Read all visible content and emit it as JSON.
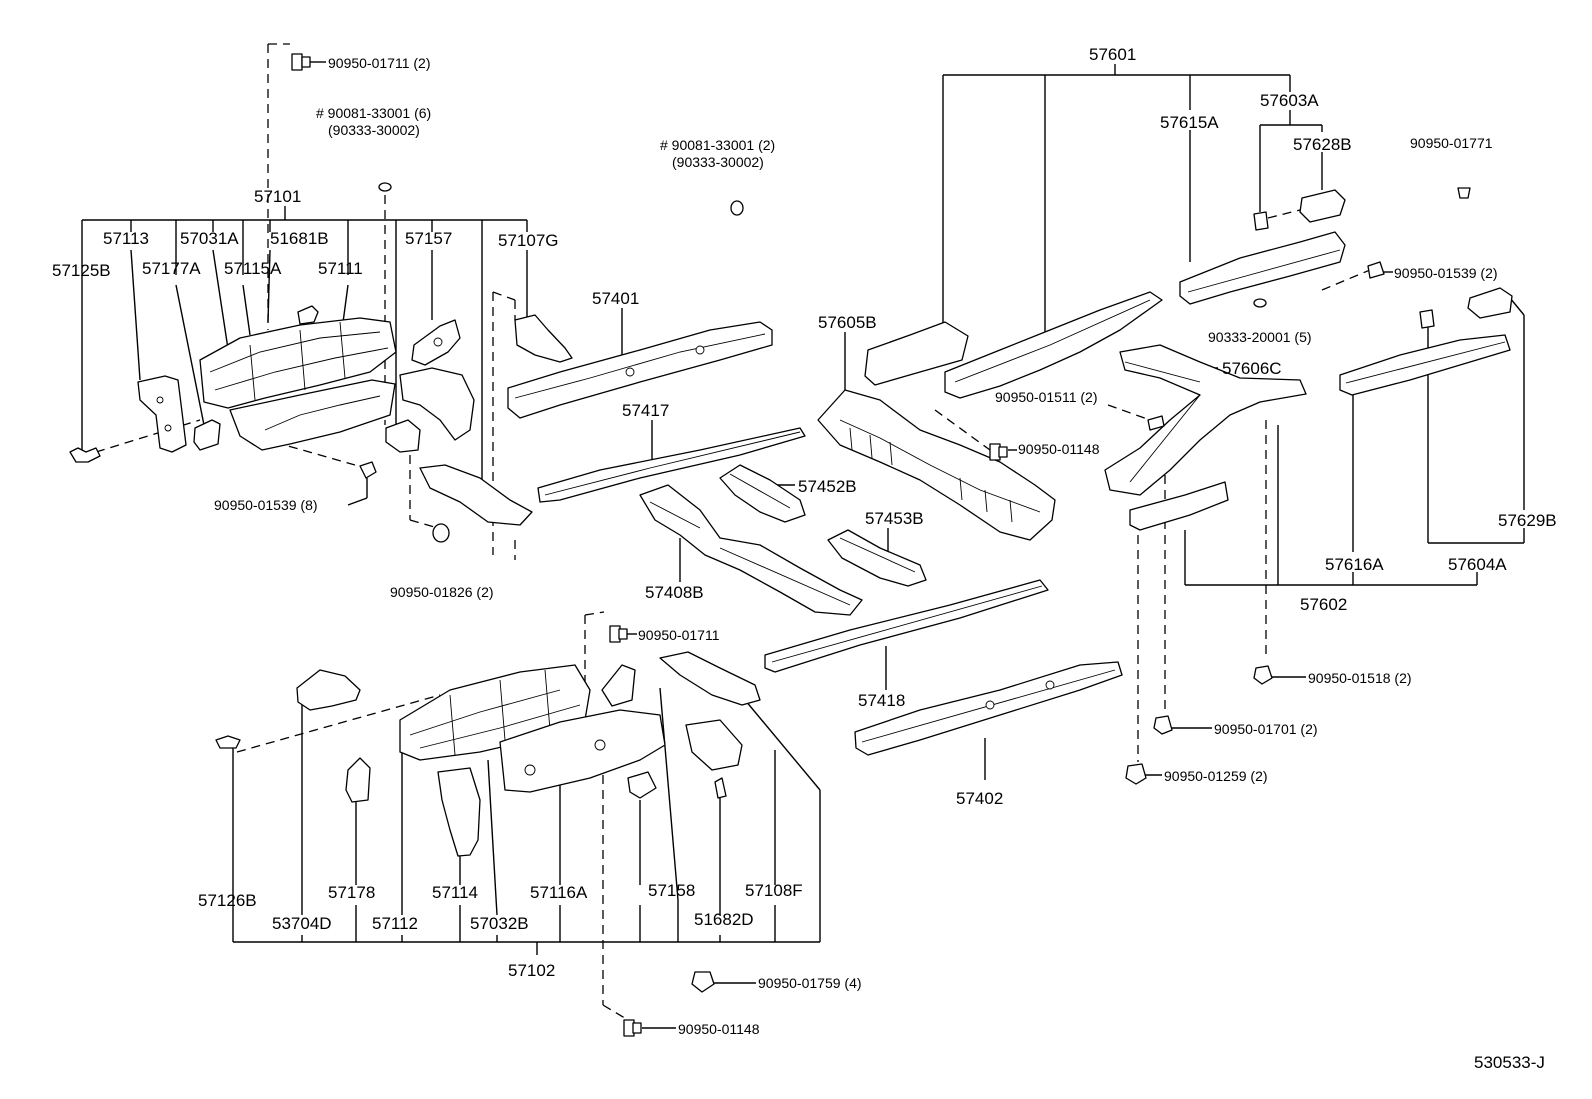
{
  "labels": {
    "l57101": "57101",
    "l57113": "57113",
    "l57031A": "57031A",
    "l51681B": "51681B",
    "l57157": "57157",
    "l57107G": "57107G",
    "l57125B": "57125B",
    "l57177A": "57177A",
    "l57115A": "57115A",
    "l57111": "57111",
    "l57401": "57401",
    "l57417": "57417",
    "l57452B": "57452B",
    "l57453B": "57453B",
    "l57408B": "57408B",
    "l57418": "57418",
    "l57402": "57402",
    "l57601": "57601",
    "l57615A": "57615A",
    "l57603A": "57603A",
    "l57628B": "57628B",
    "l57605B": "57605B",
    "l57606C": "57606C",
    "l57629B": "57629B",
    "l57616A": "57616A",
    "l57604A": "57604A",
    "l57602": "57602",
    "l57126B": "57126B",
    "l53704D": "53704D",
    "l57178": "57178",
    "l57112": "57112",
    "l57114": "57114",
    "l57032B": "57032B",
    "l57116A": "57116A",
    "l57158": "57158",
    "l51682D": "51682D",
    "l57108F": "57108F",
    "l57102": "57102"
  },
  "fasteners": {
    "f1": "90950-01711 (2)",
    "f2a": "# 90081-33001 (6)",
    "f2b": "(90333-30002)",
    "f3a": "# 90081-33001 (2)",
    "f3b": "(90333-30002)",
    "f4": "90950-01539 (8)",
    "f5": "90950-01826 (2)",
    "f6": "90950-01711",
    "f7": "90950-01759 (4)",
    "f8": "90950-01148",
    "f9": "90950-01771",
    "f10": "90950-01539 (2)",
    "f11": "90333-20001 (5)",
    "f12": "90950-01511 (2)",
    "f13": "90950-01148",
    "f14": "90950-01518 (2)",
    "f15": "90950-01701 (2)",
    "f16": "90950-01259 (2)"
  },
  "figure_code": "530533-J"
}
